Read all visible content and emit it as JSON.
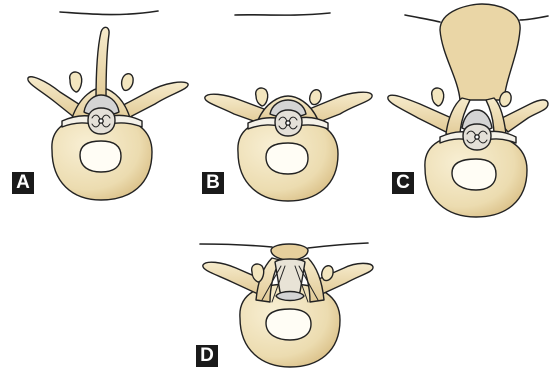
{
  "panels": [
    {
      "id": "a",
      "label": "A"
    },
    {
      "id": "b",
      "label": "B"
    },
    {
      "id": "c",
      "label": "C"
    },
    {
      "id": "d",
      "label": "D"
    }
  ],
  "colors": {
    "bone": "#ecdcb0",
    "bone_shade": "#d9be85",
    "bone_light": "#f7edd2",
    "disc": "#fffdf5",
    "neural": "#d4d4d4",
    "outline": "#222222",
    "label_bg": "#1a1a1a",
    "label_text": "#ffffff"
  }
}
